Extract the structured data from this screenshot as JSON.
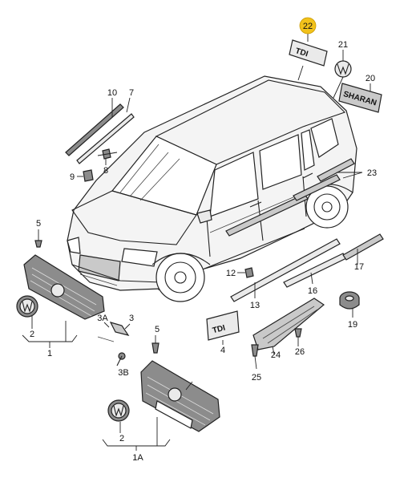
{
  "callouts": [
    {
      "id": "c22",
      "text": "22",
      "highlight": true
    },
    {
      "id": "c21",
      "text": "21"
    },
    {
      "id": "c20",
      "text": "20"
    },
    {
      "id": "c23",
      "text": "23"
    },
    {
      "id": "c10",
      "text": "10"
    },
    {
      "id": "c7",
      "text": "7"
    },
    {
      "id": "c8",
      "text": "8"
    },
    {
      "id": "c9",
      "text": "9"
    },
    {
      "id": "c5a",
      "text": "5"
    },
    {
      "id": "c2a",
      "text": "2"
    },
    {
      "id": "c1",
      "text": "1"
    },
    {
      "id": "c12",
      "text": "12"
    },
    {
      "id": "c13",
      "text": "13"
    },
    {
      "id": "c16",
      "text": "16"
    },
    {
      "id": "c17",
      "text": "17"
    },
    {
      "id": "c19",
      "text": "19"
    },
    {
      "id": "c3A",
      "text": "3A"
    },
    {
      "id": "c3",
      "text": "3"
    },
    {
      "id": "c3B",
      "text": "3B"
    },
    {
      "id": "c5b",
      "text": "5"
    },
    {
      "id": "c4",
      "text": "4"
    },
    {
      "id": "c24",
      "text": "24"
    },
    {
      "id": "c26",
      "text": "26"
    },
    {
      "id": "c25",
      "text": "25"
    },
    {
      "id": "c2b",
      "text": "2"
    },
    {
      "id": "c1A",
      "text": "1A"
    }
  ],
  "emblems": {
    "rear_badge": "TDI",
    "sharan_badge": "SHARAN",
    "model_plate": "TDI"
  },
  "colors": {
    "highlight": "#f2c21b",
    "ink": "#222222",
    "body_fill": "#f4f4f4",
    "part_fill": "#eaeaea"
  }
}
